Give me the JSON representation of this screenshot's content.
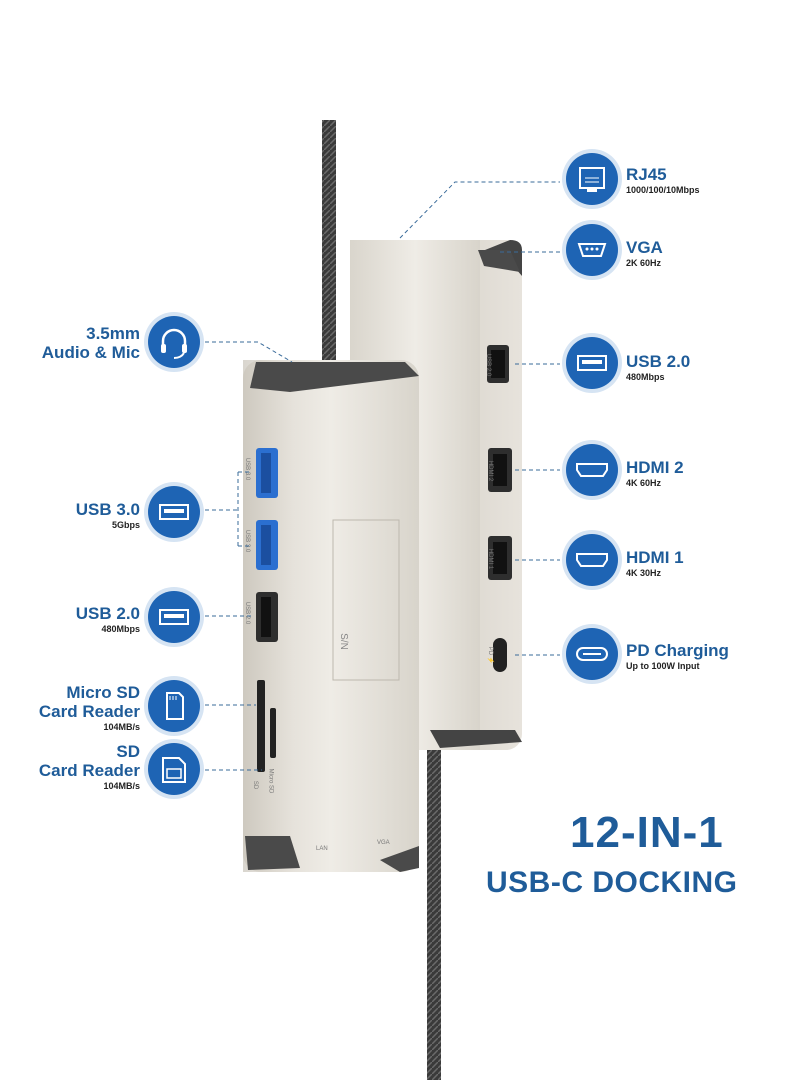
{
  "title": {
    "line1": "12-IN-1",
    "line2": "USB-C DOCKING"
  },
  "ports_right": [
    {
      "name": "RJ45",
      "sub": "1000/100/10Mbps",
      "icon": "ethernet-icon"
    },
    {
      "name": "VGA",
      "sub": "2K 60Hz",
      "icon": "vga-icon"
    },
    {
      "name": "USB 2.0",
      "sub": "480Mbps",
      "icon": "usb-port-icon"
    },
    {
      "name": "HDMI 2",
      "sub": "4K 60Hz",
      "icon": "hdmi-icon"
    },
    {
      "name": "HDMI 1",
      "sub": "4K 30Hz",
      "icon": "hdmi-icon"
    },
    {
      "name": "PD Charging",
      "sub": "Up to 100W Input",
      "icon": "usb-c-icon"
    }
  ],
  "ports_left": [
    {
      "name": "3.5mm",
      "name2": "Audio & Mic",
      "sub": "",
      "icon": "headset-icon"
    },
    {
      "name": "USB 3.0",
      "sub": "5Gbps",
      "icon": "usb-port-icon"
    },
    {
      "name": "USB 2.0",
      "sub": "480Mbps",
      "icon": "usb-port-icon"
    },
    {
      "name": "Micro SD",
      "name2": "Card Reader",
      "sub": "104MB/s",
      "icon": "micro-sd-icon"
    },
    {
      "name": "SD",
      "name2": "Card Reader",
      "sub": "104MB/s",
      "icon": "sd-card-icon"
    }
  ],
  "device_text": {
    "usb30_a": "USB 3.0",
    "usb30_b": "USB 3.0",
    "usb20_left": "USB 2.0",
    "sd": "SD",
    "microsd": "Micro SD",
    "lan": "LAN",
    "vga": "VGA",
    "sn": "S/N",
    "usb20_right": "USB 2.0",
    "hdmi2": "HDMI 2",
    "hdmi1": "HDMI 1",
    "pd": "PD ⚡"
  },
  "colors": {
    "brand_blue": "#1f5c99",
    "badge_blue": "#1e64b4",
    "body": "#e9e6df"
  }
}
